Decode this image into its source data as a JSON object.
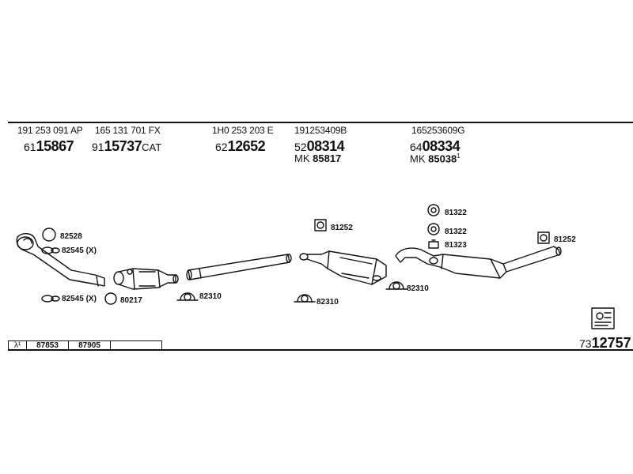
{
  "columns": [
    {
      "ref": "191 253 091 AP",
      "code_prefix": "61",
      "code_number": "15867",
      "code_suffix": ""
    },
    {
      "ref": "165 131 701 FX",
      "code_prefix": "91",
      "code_number": "15737",
      "code_suffix": "CAT"
    },
    {
      "ref": "1H0 253 203 E",
      "code_prefix": "62",
      "code_number": "12652",
      "code_suffix": ""
    },
    {
      "ref": "191253409B",
      "code_prefix": "52",
      "code_number": "08314",
      "code_suffix": "",
      "mk_prefix": "MK",
      "mk_number": "85817",
      "mk_note": ""
    },
    {
      "ref": "165253609G",
      "code_prefix": "64",
      "code_number": "08334",
      "code_suffix": "",
      "mk_prefix": "MK",
      "mk_number": "85038",
      "mk_note": "1"
    }
  ],
  "part_labels": {
    "p82528": "82528",
    "p82545_top": "82545 (X)",
    "p82545_bottom": "82545 (X)",
    "p80217": "80217",
    "p82310_a": "82310",
    "p82310_b": "82310",
    "p82310_c": "82310",
    "p81252_a": "81252",
    "p81252_b": "81252",
    "p81322_a": "81322",
    "p81322_b": "81322",
    "p81323": "81323"
  },
  "table": {
    "lambda": "λ¹",
    "cells": [
      "87853",
      "87905",
      ""
    ]
  },
  "footer": {
    "prefix": "73",
    "number": "12757"
  },
  "icons": {
    "logo": "schematic-logo-icon"
  },
  "colors": {
    "ink": "#111111",
    "background": "#ffffff"
  }
}
